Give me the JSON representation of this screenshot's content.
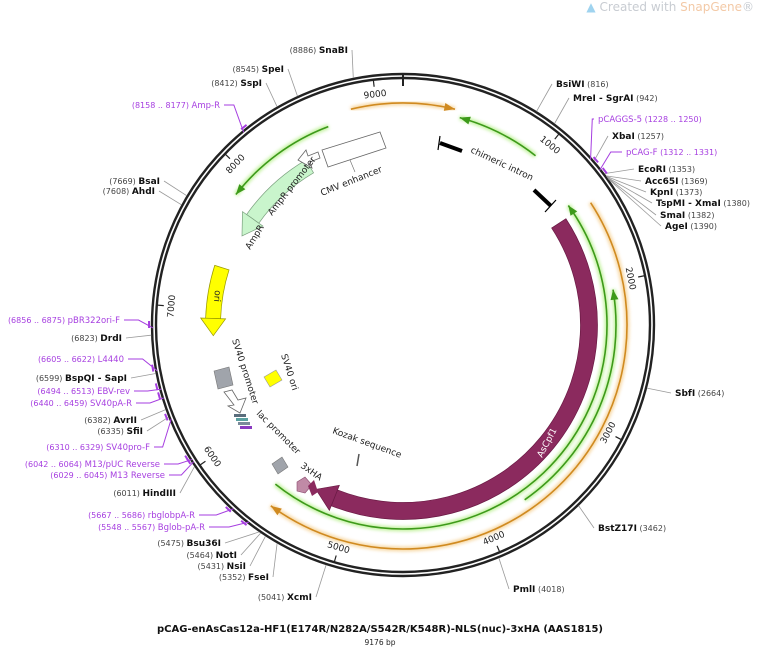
{
  "watermark": {
    "prefix": "Created with ",
    "brand": "SnapGene",
    "mark": "®"
  },
  "map": {
    "title": "pCAG-enAsCas12a-HF1(E174R/N282A/S542R/K548R)-NLS(nuc)-3xHA (AAS1815)",
    "length_label": "9176 bp",
    "total_bp": 9176
  },
  "ticks": [
    "1000",
    "2000",
    "3000",
    "4000",
    "5000",
    "6000",
    "7000",
    "8000",
    "9000"
  ],
  "sites": [
    {
      "name": "SnaBI",
      "pos": "8886"
    },
    {
      "name": "SpeI",
      "pos": "8545"
    },
    {
      "name": "SspI",
      "pos": "8412"
    },
    {
      "name": "BsiWI",
      "pos": "816"
    },
    {
      "name": "MreI  - SgrAI",
      "pos": "942"
    },
    {
      "name": "XbaI",
      "pos": "1257"
    },
    {
      "name": "EcoRI",
      "pos": "1353"
    },
    {
      "name": "Acc65I",
      "pos": "1369"
    },
    {
      "name": "KpnI",
      "pos": "1373"
    },
    {
      "name": "TspMI  - XmaI",
      "pos": "1380"
    },
    {
      "name": "SmaI",
      "pos": "1382"
    },
    {
      "name": "AgeI",
      "pos": "1390"
    },
    {
      "name": "SbfI",
      "pos": "2664"
    },
    {
      "name": "BstZ17I",
      "pos": "3462"
    },
    {
      "name": "PmlI",
      "pos": "4018"
    },
    {
      "name": "XcmI",
      "pos": "5041"
    },
    {
      "name": "FseI",
      "pos": "5352"
    },
    {
      "name": "NsiI",
      "pos": "5431"
    },
    {
      "name": "NotI",
      "pos": "5464"
    },
    {
      "name": "Bsu36I",
      "pos": "5475"
    },
    {
      "name": "HindIII",
      "pos": "6011"
    },
    {
      "name": "SfiI",
      "pos": "6335"
    },
    {
      "name": "AvrII",
      "pos": "6382"
    },
    {
      "name": "BspQI  - SapI",
      "pos": "6599"
    },
    {
      "name": "DrdI",
      "pos": "6823"
    },
    {
      "name": "AhdI",
      "pos": "7608"
    },
    {
      "name": "BsaI",
      "pos": "7669"
    }
  ],
  "primers": [
    {
      "name": "Amp-R",
      "range": "8158 .. 8177",
      "pos": 8167
    },
    {
      "name": "pCAGGS-5",
      "range": "1228 .. 1250",
      "pos": 1239
    },
    {
      "name": "pCAG-F",
      "range": "1312 .. 1331",
      "pos": 1321
    },
    {
      "name": "pBR322ori-F",
      "range": "6856 .. 6875",
      "pos": 6865
    },
    {
      "name": "L4440",
      "range": "6605 .. 6622",
      "pos": 6613
    },
    {
      "name": "EBV-rev",
      "range": "6494 .. 6513",
      "pos": 6503
    },
    {
      "name": "SV40pA-R",
      "range": "6440 .. 6459",
      "pos": 6450
    },
    {
      "name": "SV40pro-F",
      "range": "6310 .. 6329",
      "pos": 6320
    },
    {
      "name": "M13/pUC Reverse",
      "range": "6042 .. 6064",
      "pos": 6053
    },
    {
      "name": "M13 Reverse",
      "range": "6029 .. 6045",
      "pos": 6037
    },
    {
      "name": "rbglobpA-R",
      "range": "5667 .. 5686",
      "pos": 5676
    },
    {
      "name": "Bglob-pA-R",
      "range": "5548 .. 5567",
      "pos": 5557
    }
  ],
  "features": {
    "ascpf1": {
      "name": "AsCpf1",
      "start": 1450,
      "end": 5300,
      "dir": 1,
      "color": "#8b2a5e"
    },
    "ampr": {
      "name": "AmpR",
      "start": 7620,
      "end": 8400,
      "dir": -1,
      "color": "#c9f5cc"
    },
    "ori": {
      "name": "ori",
      "start": 6800,
      "end": 7330,
      "dir": -1,
      "color": "#ffff00"
    },
    "ampr_promoter": {
      "name": "AmpR promoter",
      "color": "#ffffff"
    },
    "cmv_enhancer": {
      "name": "CMV enhancer",
      "color": "#ffffff"
    },
    "chimeric_intron": {
      "name": "chimeric intron",
      "color": "#000000"
    },
    "sv40_promoter": {
      "name": "SV40 promoter",
      "color": "#a0a4ab"
    },
    "sv40_ori": {
      "name": "SV40 ori",
      "color": "#ffff00"
    },
    "lac_promoter": {
      "name": "lac promoter",
      "color": "#a0a4ab"
    },
    "kozak": {
      "name": "Kozak sequence",
      "color": "#555555"
    },
    "ha": {
      "name": "3xHA",
      "color": "#c08aa6"
    }
  },
  "colors": {
    "orf_orange": "#d08a20",
    "orf_green": "#3d9a1a",
    "ring": "#222222"
  }
}
